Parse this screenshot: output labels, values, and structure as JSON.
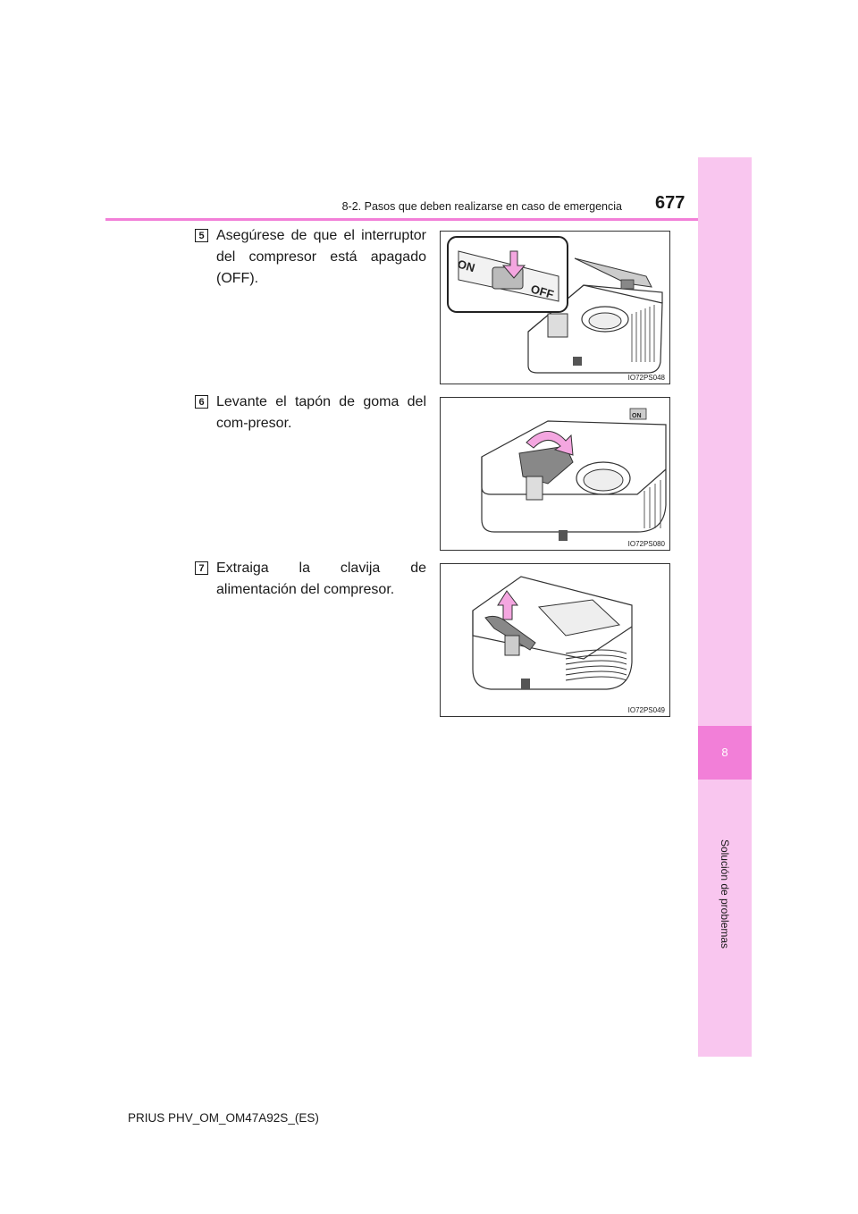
{
  "header": {
    "section": "8-2. Pasos que deben realizarse en caso de emergencia",
    "page_number": "677"
  },
  "side_tab": {
    "chapter_number": "8",
    "chapter_title": "Solución de problemas"
  },
  "steps": [
    {
      "number": "5",
      "text": "Asegúrese de que el interruptor del compresor está apagado (OFF).",
      "figure_code": "IO72PS048",
      "figure_labels": {
        "on": "ON",
        "off": "OFF"
      }
    },
    {
      "number": "6",
      "text": "Levante el tapón de goma del com-presor.",
      "figure_code": "IO72PS080",
      "figure_labels": {
        "on": "ON"
      }
    },
    {
      "number": "7",
      "text": "Extraiga la clavija de alimentación del compresor.",
      "figure_code": "IO72PS049"
    }
  ],
  "footer": {
    "document_id": "PRIUS PHV_OM_OM47A92S_(ES)"
  },
  "colors": {
    "accent": "#f27fd8",
    "tab_light": "#f9c6ef",
    "arrow_fill": "#f4a6e0"
  }
}
